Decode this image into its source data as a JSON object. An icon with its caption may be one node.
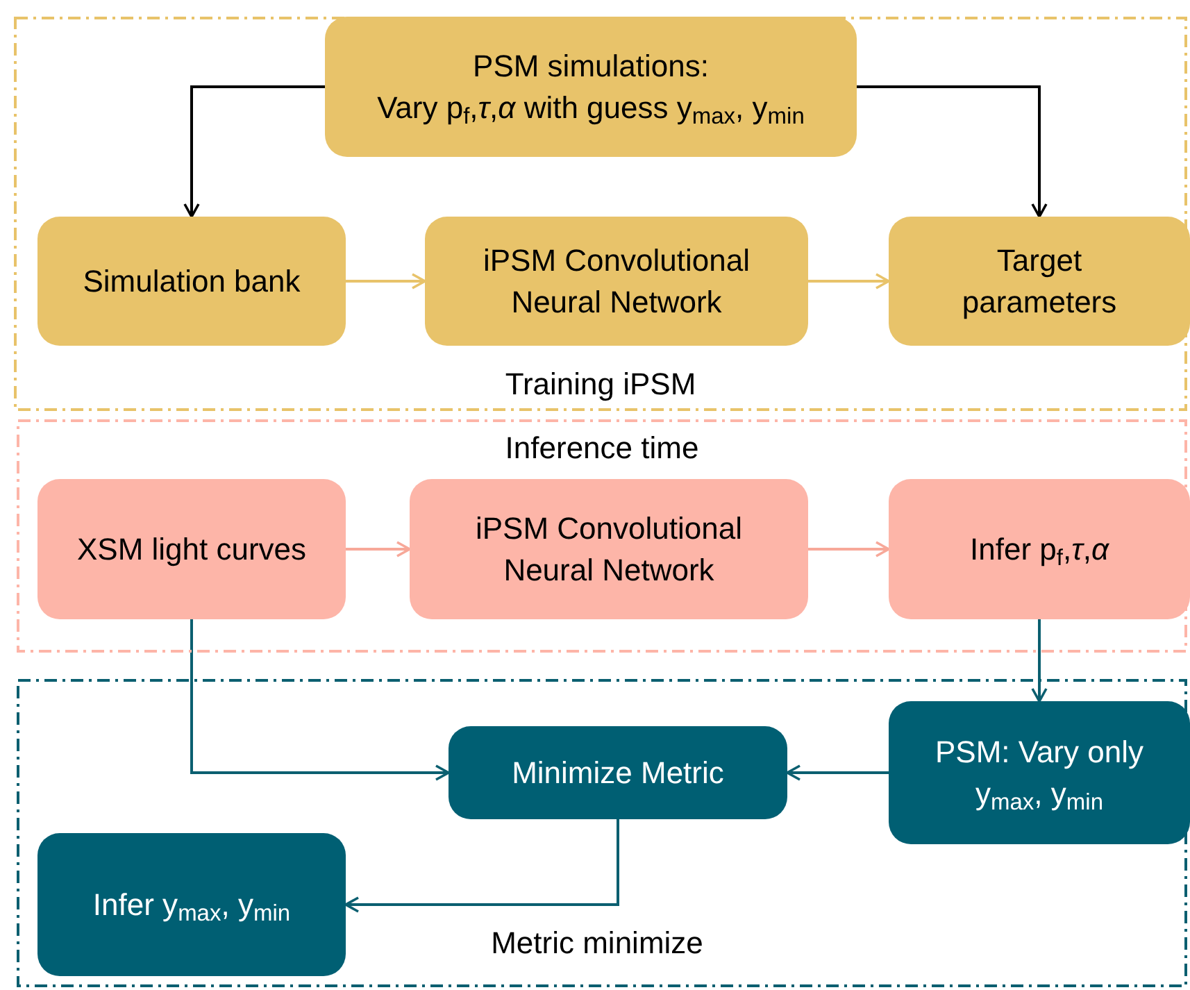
{
  "diagram": {
    "nodes": [
      {
        "text": [
          "Training iPSM"
        ]
      },
      {
        "text": [
          "PSM simulations:",
          "Vary p$_{f}$,*τ*,*α* with guess y$_{max}$, y$_{min}$"
        ],
        "in": 0
      },
      {
        "text": [
          "Simulation bank"
        ],
        "in": 0
      },
      {
        "text": [
          "iPSM Convolutional Neural Network"
        ],
        "in": 0
      },
      {
        "text": [
          "Target parameters"
        ],
        "in": 0
      },
      {
        "text": [
          "Inference time"
        ]
      },
      {
        "text": [
          "XSM light curves"
        ],
        "in": 5
      },
      {
        "text": [
          "iPSM Convolutional Neural Network"
        ],
        "in": 5
      },
      {
        "text": [
          "Infer p$_{f}$,*τ*,*α*"
        ],
        "in": 5
      },
      {
        "text": [],
        "shape": "box"
      },
      {
        "text": [
          "Minimize Metric"
        ],
        "in": 9
      },
      {
        "text": [
          "PSM: Vary only y$_{max}$, y$_{min}$"
        ],
        "in": 9
      },
      {
        "text": [
          "Infer y$_{max}$, y$_{min}$"
        ],
        "in": 9
      }
    ],
    "edges": [
      {
        "from": 1,
        "to": 2,
        "arrow": "to",
        "color": "#000000"
      },
      {
        "from": 1,
        "to": 4,
        "arrow": "to",
        "color": "#000000"
      },
      {
        "from": 2,
        "to": 3,
        "arrow": "to",
        "color": "#e8c36a"
      },
      {
        "from": 3,
        "to": 4,
        "arrow": "to",
        "color": "#e8c36a"
      },
      {
        "from": 6,
        "to": 7,
        "arrow": "to",
        "color": "#f7a899"
      },
      {
        "from": 7,
        "to": 8,
        "arrow": "to",
        "color": "#f7a899"
      },
      {
        "from": 8,
        "to": 11,
        "arrow": "to"
      },
      {
        "from": 6,
        "to": 10,
        "arrow": "to"
      },
      {
        "from": 11,
        "to": 10,
        "arrow": "to"
      },
      {
        "from": 10,
        "to": 12,
        "arrow": "to",
        "label": "Metric minimize"
      }
    ]
  }
}
